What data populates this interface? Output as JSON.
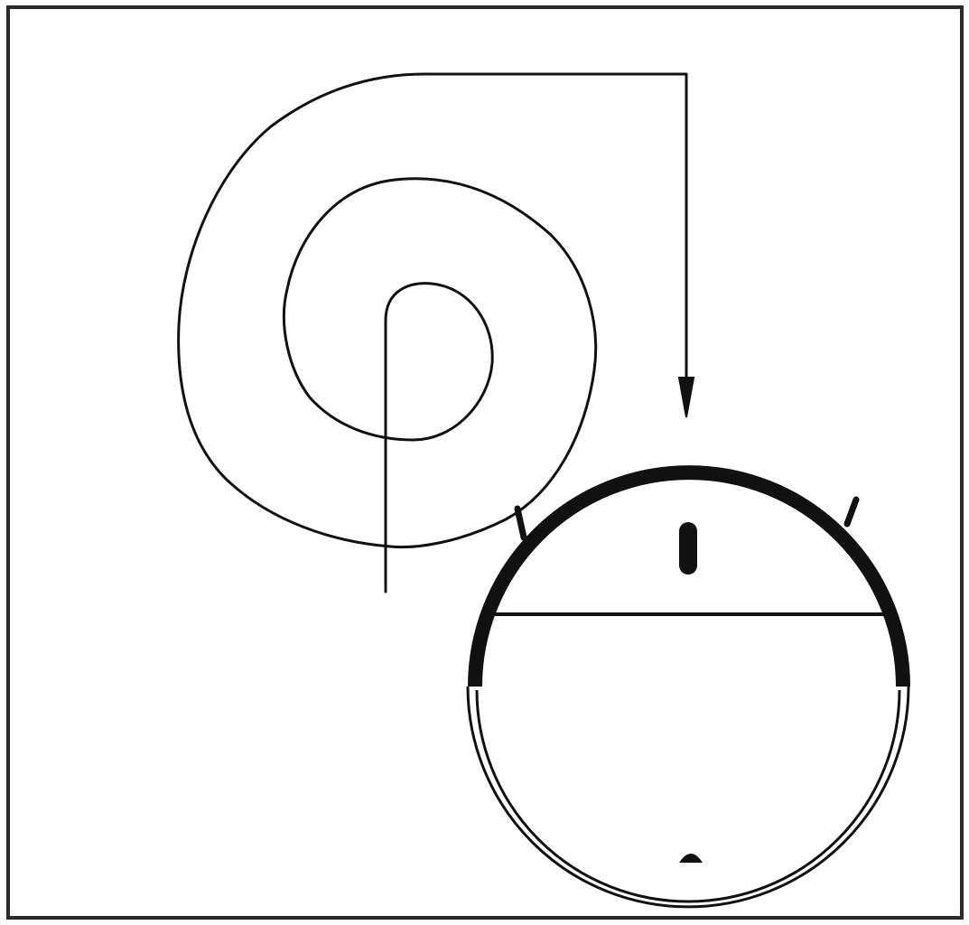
{
  "diagram": {
    "kind": "spiral cleaning path illustration",
    "elements": [
      "frame",
      "spiral-path",
      "direction-arrow",
      "robot-vacuum"
    ]
  },
  "colors": {
    "background": "#ffffff",
    "stroke": "#111111",
    "frame": "#2a2a2a"
  },
  "icons": {
    "robot": "robot-vacuum-icon",
    "arrow": "arrow-down-icon",
    "path": "spiral-path-icon"
  }
}
